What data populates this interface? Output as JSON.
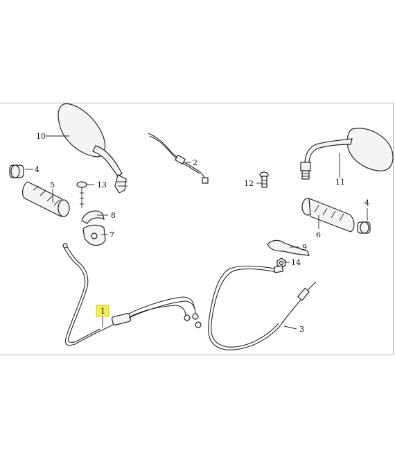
{
  "callouts": [
    {
      "id": "10",
      "label": "10"
    },
    {
      "id": "4a",
      "label": "4"
    },
    {
      "id": "5",
      "label": "5"
    },
    {
      "id": "13",
      "label": "13"
    },
    {
      "id": "8",
      "label": "8"
    },
    {
      "id": "7",
      "label": "7"
    },
    {
      "id": "2",
      "label": "2"
    },
    {
      "id": "12",
      "label": "12"
    },
    {
      "id": "11",
      "label": "11"
    },
    {
      "id": "4b",
      "label": "4"
    },
    {
      "id": "6",
      "label": "6"
    },
    {
      "id": "9",
      "label": "9"
    },
    {
      "id": "14",
      "label": "14"
    },
    {
      "id": "3",
      "label": "3"
    },
    {
      "id": "1",
      "label": "1"
    }
  ],
  "highlight": {
    "callout": "1",
    "color": "#f3ee5a"
  }
}
